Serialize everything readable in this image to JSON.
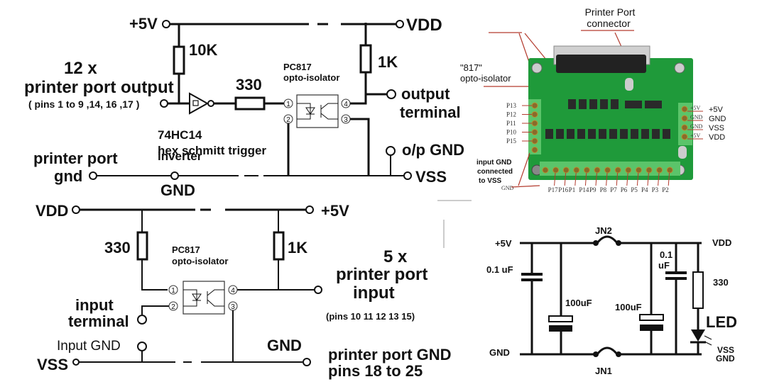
{
  "output_circuit": {
    "supply_label": "+5V",
    "vdd_label": "VDD",
    "pullup_value": "10K",
    "title_count": "12 x",
    "title": "printer port output",
    "pins_note": "( pins 1 to 9 ,14, 16 ,17 )",
    "series_resistor": "330",
    "ic_part": "74HC14",
    "ic_desc_line1": "hex schmitt trigger",
    "ic_desc_line2": "inverter",
    "opto_part": "PC817",
    "opto_desc": "opto-isolator",
    "collector_resistor": "1K",
    "output_terminal_line1": "output",
    "output_terminal_line2": "terminal",
    "op_gnd": "o/p GND",
    "vss_label": "VSS",
    "port_gnd_line1": "printer port",
    "port_gnd_line2": "gnd",
    "gnd_label": "GND",
    "pins": [
      "1",
      "2",
      "3",
      "4"
    ]
  },
  "input_circuit": {
    "vdd_label": "VDD",
    "supply_label": "+5V",
    "led_resistor": "330",
    "opto_part": "PC817",
    "opto_desc": "opto-isolator",
    "pullup_value": "1K",
    "title_count": "5 x",
    "title_line1": "printer port",
    "title_line2": "input",
    "pins_note": "(pins 10 11 12 13 15)",
    "input_terminal_line1": "input",
    "input_terminal_line2": "terminal",
    "input_gnd": "Input GND",
    "vss_label": "VSS",
    "gnd_label": "GND",
    "port_gnd_line1": "printer port GND",
    "port_gnd_line2": "pins 18 to 25",
    "pins": [
      "1",
      "2",
      "3",
      "4"
    ]
  },
  "board_photo": {
    "connector_label_line1": "Printer Port",
    "connector_label_line2": "connector",
    "opto_label_line1": "\"817\"",
    "opto_label_line2": "opto-isolator",
    "left_terminals": [
      "P13",
      "P12",
      "P11",
      "P10",
      "P15"
    ],
    "input_gnd_note": [
      "input GND",
      "connected",
      "to VSS"
    ],
    "gnd_silk": "GND",
    "bottom_terminals": [
      "P17",
      "P16",
      "P1",
      "P14",
      "P9",
      "P8",
      "P7",
      "P6",
      "P5",
      "P4",
      "P3",
      "P2"
    ],
    "power_silk": [
      "+5V",
      "GND",
      "GND",
      "+5V"
    ],
    "power_labels": [
      "+5V",
      "GND",
      "VSS",
      "VDD"
    ],
    "colors": {
      "pcb": "#1f9a3a",
      "terminal_block": "#5bc46a",
      "annotation_arrow": "#b33b2e"
    }
  },
  "power_circuit": {
    "supply_label": "+5V",
    "vdd_label": "VDD",
    "gnd_label": "GND",
    "jumper_top": "JN2",
    "jumper_bottom": "JN1",
    "cap_left_small": "0.1 uF",
    "cap_left_big": "100uF",
    "cap_right_big": "100uF",
    "cap_right_small_line1": "0.1",
    "cap_right_small_line2": "uF",
    "led_resistor": "330",
    "led_label": "LED",
    "vss_line1": "VSS",
    "vss_line2": "GND"
  }
}
